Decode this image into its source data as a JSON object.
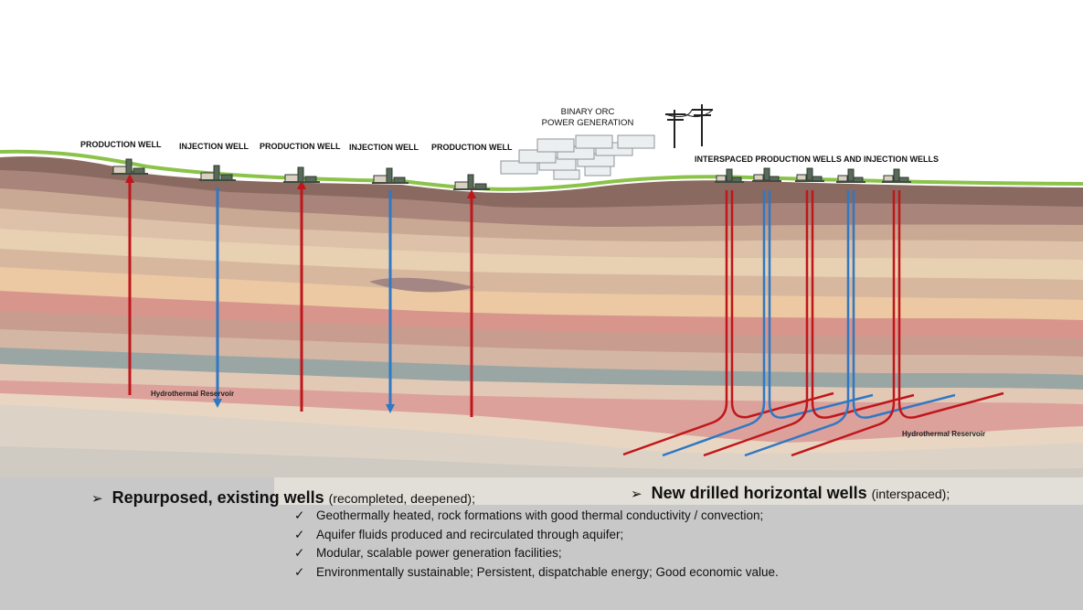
{
  "well_labels": {
    "production_well_1": "PRODUCTION WELL",
    "injection_well_1": "INJECTION WELL",
    "production_well_2": "PRODUCTION WELL",
    "injection_well_2": "INJECTION WELL",
    "production_well_3": "PRODUCTION WELL",
    "binary_orc_line1": "BINARY ORC",
    "binary_orc_line2": "POWER GENERATION",
    "interspaced": "INTERSPACED PRODUCTION WELLS AND INJECTION WELLS"
  },
  "reservoir_labels": {
    "left": "Hydrothermal Reservoir",
    "right": "Hydrothermal Reservoir"
  },
  "headlines": {
    "repurposed_title": "Repurposed, existing wells",
    "repurposed_note": "(recompleted, deepened);",
    "horizontal_title": "New drilled horizontal wells",
    "horizontal_note": "(interspaced);"
  },
  "bullets": [
    "Geothermally heated, rock formations with good thermal conductivity / convection;",
    "Aquifer fluids produced and recirculated through aquifer;",
    "Modular, scalable power generation facilities;",
    "Environmentally sustainable; Persistent, dispatchable energy; Good economic value."
  ],
  "colors": {
    "production": "#c0161b",
    "injection": "#2f78c4",
    "ground": "#8bc34a",
    "bottom_panel": "#c8c8c8"
  },
  "icons": {
    "bullet_arrow": "➢",
    "check": "✓"
  }
}
